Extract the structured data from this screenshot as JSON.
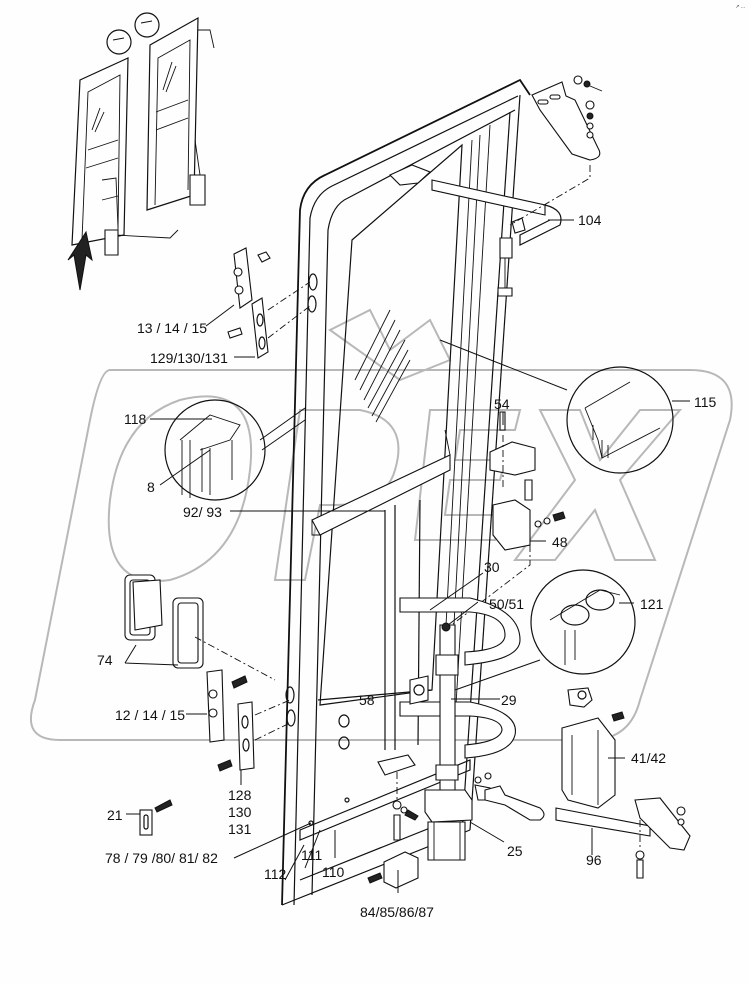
{
  "diagram": {
    "type": "exploded-parts-diagram",
    "subject": "Cab door assembly",
    "watermark_text": "OPEX",
    "orientation_arrow": "up-arrow",
    "corner_mark": "↗ ..."
  },
  "labels": [
    {
      "id": "104",
      "text": "104"
    },
    {
      "id": "13-14-15",
      "text": "13 / 14 / 15"
    },
    {
      "id": "129-130-131",
      "text": "129/130/131"
    },
    {
      "id": "118",
      "text": "118"
    },
    {
      "id": "8",
      "text": "8"
    },
    {
      "id": "115",
      "text": "115"
    },
    {
      "id": "54",
      "text": "54"
    },
    {
      "id": "92-93",
      "text": "92/ 93"
    },
    {
      "id": "48",
      "text": "48"
    },
    {
      "id": "30",
      "text": "30"
    },
    {
      "id": "50-51",
      "text": "50/51"
    },
    {
      "id": "121",
      "text": "121"
    },
    {
      "id": "74",
      "text": "74"
    },
    {
      "id": "58",
      "text": "58"
    },
    {
      "id": "29",
      "text": "29"
    },
    {
      "id": "12-14-15",
      "text": "12 / 14 / 15"
    },
    {
      "id": "41-42",
      "text": "41/42"
    },
    {
      "id": "128",
      "text": "128"
    },
    {
      "id": "130",
      "text": "130"
    },
    {
      "id": "131",
      "text": "131"
    },
    {
      "id": "21",
      "text": "21"
    },
    {
      "id": "78-82",
      "text": "78 / 79 /80/ 81/ 82"
    },
    {
      "id": "111",
      "text": "111"
    },
    {
      "id": "112",
      "text": "112"
    },
    {
      "id": "110",
      "text": "110"
    },
    {
      "id": "25",
      "text": "25"
    },
    {
      "id": "96",
      "text": "96"
    },
    {
      "id": "84-87",
      "text": "84/85/86/87"
    }
  ]
}
